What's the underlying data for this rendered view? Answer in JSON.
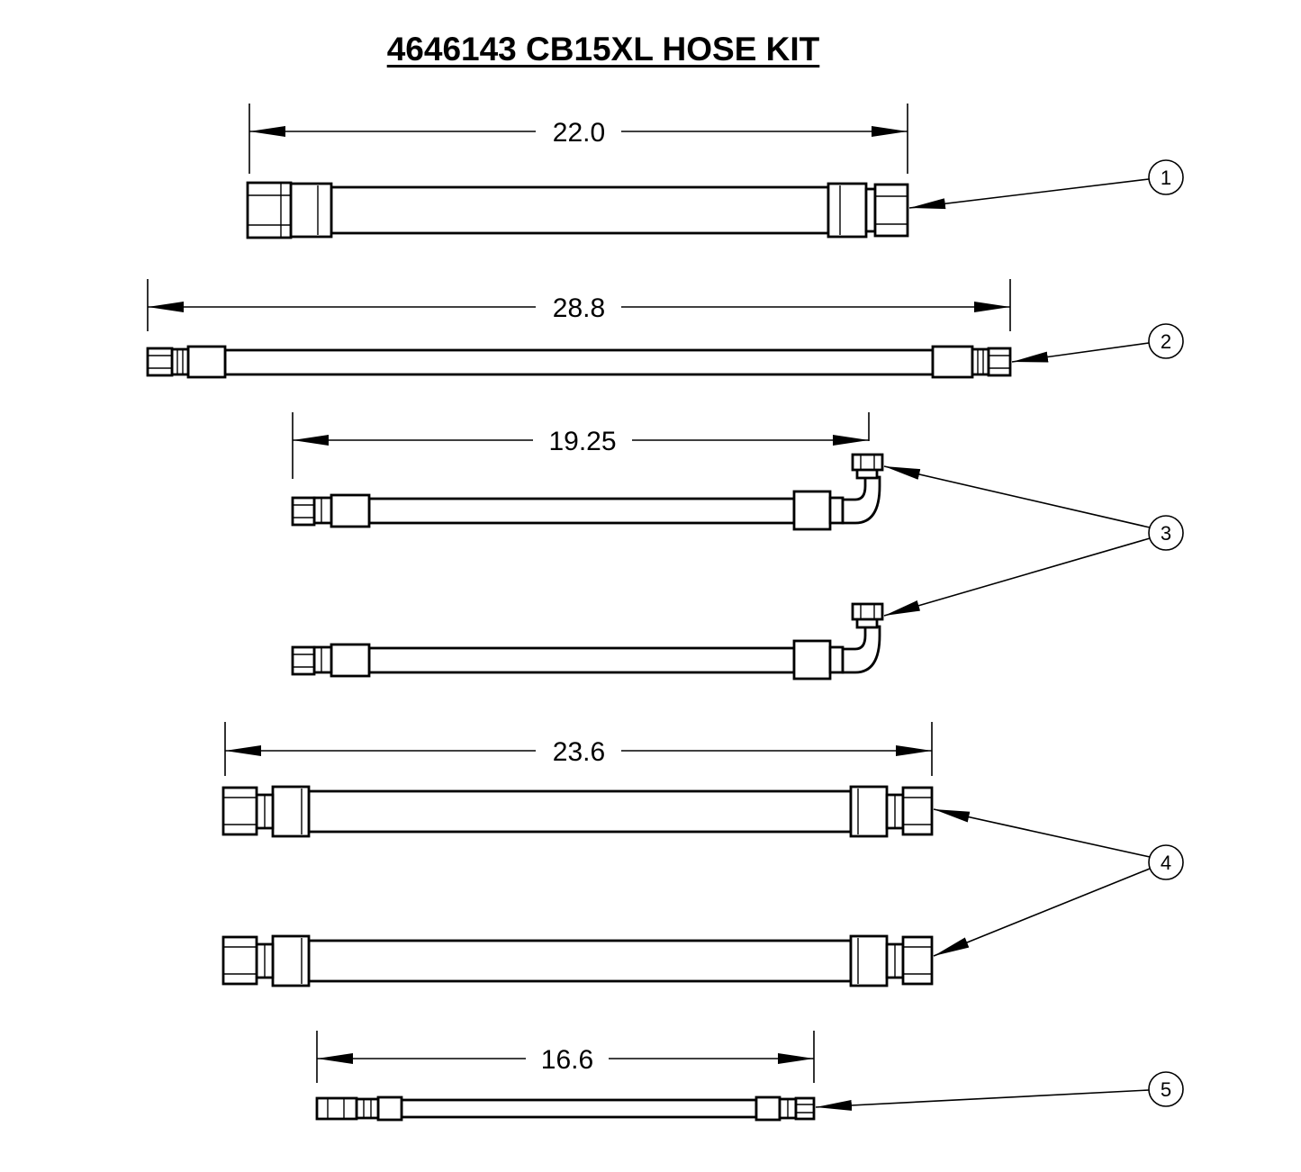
{
  "title": "4646143 CB15XL HOSE KIT",
  "dimensions": [
    "22.0",
    "28.8",
    "19.25",
    "23.6",
    "16.6"
  ],
  "balloons": [
    "1",
    "2",
    "3",
    "4",
    "5"
  ]
}
